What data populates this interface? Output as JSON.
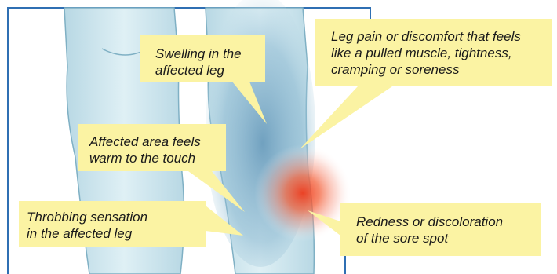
{
  "callouts": {
    "swelling": "Swelling in the\naffected leg",
    "pain": "Leg pain or discomfort that feels\nlike a pulled muscle, tightness,\ncramping or soreness",
    "warm": "Affected area feels\nwarm to the touch",
    "throbbing": "Throbbing sensation\nin the affected leg",
    "redness": "Redness or discoloration\nof the sore spot"
  },
  "colors": {
    "frame_border": "#2f6fb3",
    "callout_fill": "#fbf3a3",
    "leg_fill": "#cfe6ee",
    "leg_outline": "#7fb0c4",
    "vein_shade": "#6fa2bf",
    "inflammation_core": "#ee3a1b",
    "inflammation_glow": "#f7a08e"
  }
}
